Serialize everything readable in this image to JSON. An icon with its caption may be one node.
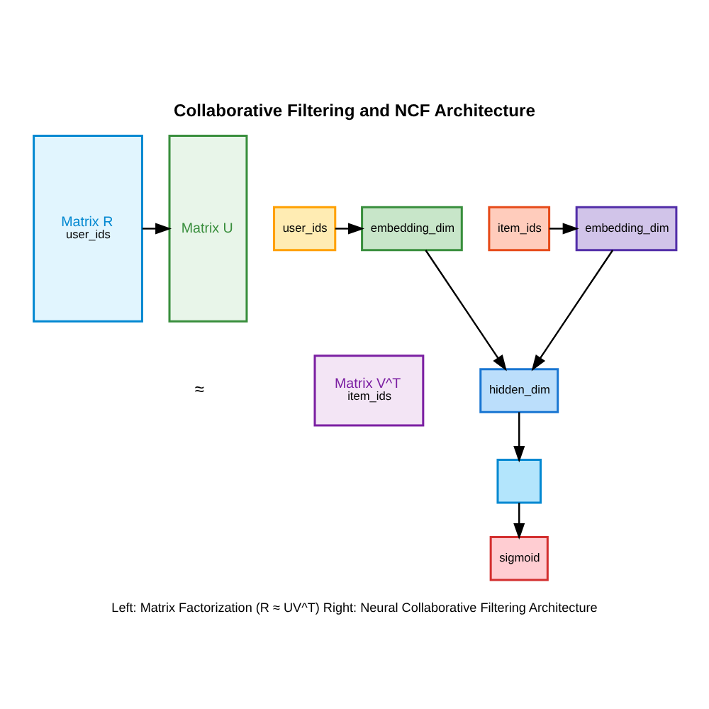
{
  "diagram": {
    "title": "Collaborative Filtering and NCF Architecture",
    "caption": "Left: Matrix Factorization (R ≈ UV^T) Right: Neural Collaborative Filtering Architecture",
    "nodes": [
      {
        "text": [
          "Matrix R",
          "user_ids"
        ]
      },
      {
        "text": [
          "Matrix U"
        ]
      },
      {
        "text": [
          "Matrix V^T",
          "item_ids"
        ]
      },
      {
        "text": [
          "user_ids"
        ]
      },
      {
        "text": [
          "embedding_dim"
        ]
      },
      {
        "text": [
          "item_ids"
        ]
      },
      {
        "text": [
          "embedding_dim"
        ]
      },
      {
        "text": [
          "hidden_dim"
        ]
      },
      {
        "text": [],
        "shape": "box"
      },
      {
        "text": [
          "sigmoid"
        ]
      }
    ],
    "edges": [
      {
        "from": 0,
        "to": 1,
        "arrow": "to"
      },
      {
        "from": 3,
        "to": 4,
        "arrow": "to"
      },
      {
        "from": 5,
        "to": 6,
        "arrow": "to"
      },
      {
        "from": 4,
        "to": 7,
        "arrow": "to"
      },
      {
        "from": 6,
        "to": 7,
        "arrow": "to"
      },
      {
        "from": 7,
        "to": 8,
        "arrow": "to"
      },
      {
        "from": 8,
        "to": 9,
        "arrow": "to"
      }
    ],
    "labels": [
      "≈"
    ]
  }
}
